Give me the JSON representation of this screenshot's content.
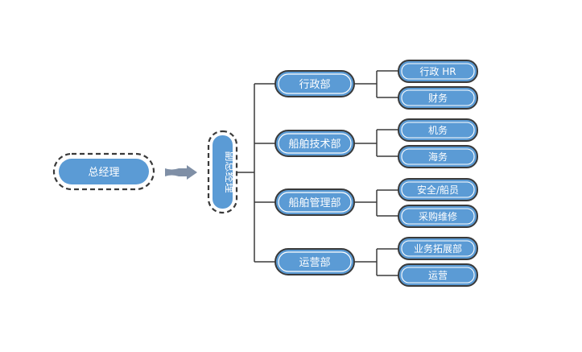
{
  "root": {
    "label": "总经理"
  },
  "deputy": {
    "label": "副总经理"
  },
  "departments": [
    {
      "label": "行政部",
      "subs": [
        "行政 HR",
        "财务"
      ]
    },
    {
      "label": "船舶技术部",
      "subs": [
        "机务",
        "海务"
      ]
    },
    {
      "label": "船舶管理部",
      "subs": [
        "安全/船员",
        "采购维修"
      ]
    },
    {
      "label": "运营部",
      "subs": [
        "业务拓展部",
        "运营"
      ]
    }
  ],
  "colors": {
    "node_fill": "#5b9bd5",
    "node_border": "#3a3a3a",
    "arrow": "#7f8fa6",
    "line": "#3a3a3a"
  }
}
